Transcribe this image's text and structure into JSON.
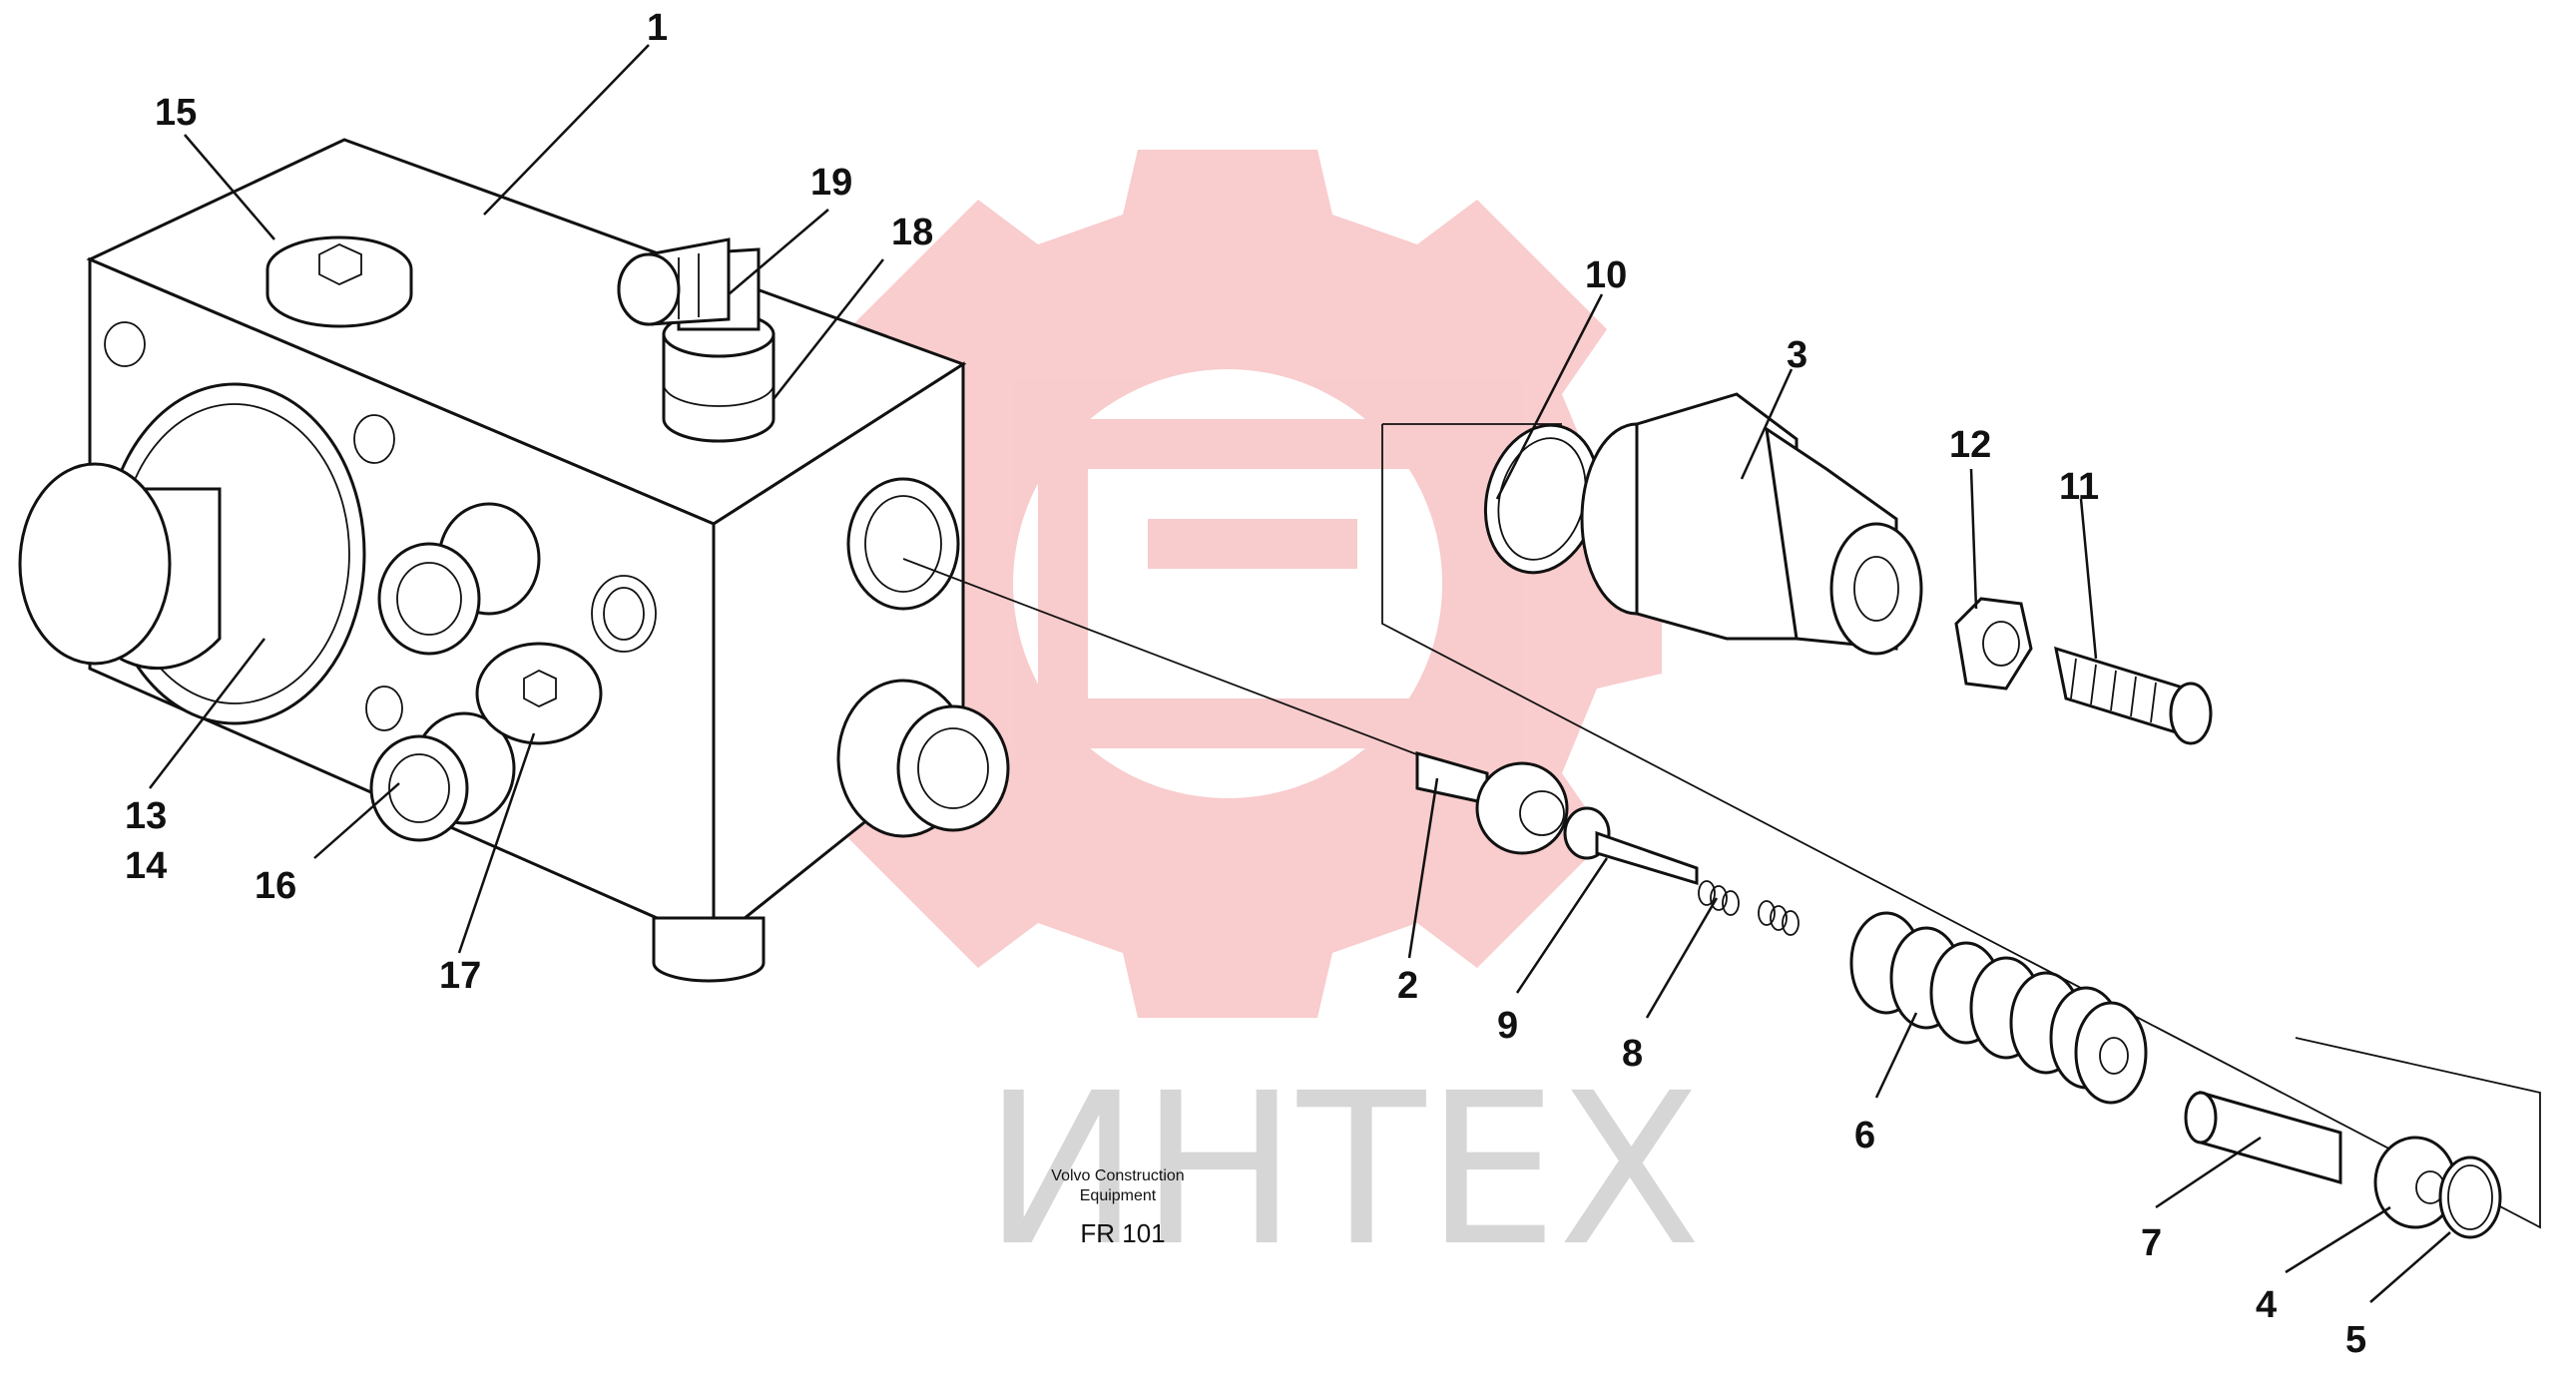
{
  "diagram": {
    "callouts": [
      "1",
      "2",
      "3",
      "4",
      "5",
      "6",
      "7",
      "8",
      "9",
      "10",
      "11",
      "12",
      "13",
      "14",
      "15",
      "16",
      "17",
      "18",
      "19"
    ],
    "caption": {
      "line1": "Volvo Construction",
      "line2": "Equipment",
      "code": "FR 101"
    }
  },
  "watermark": {
    "text": "ИНТЕХ",
    "color": "#e8474c"
  }
}
